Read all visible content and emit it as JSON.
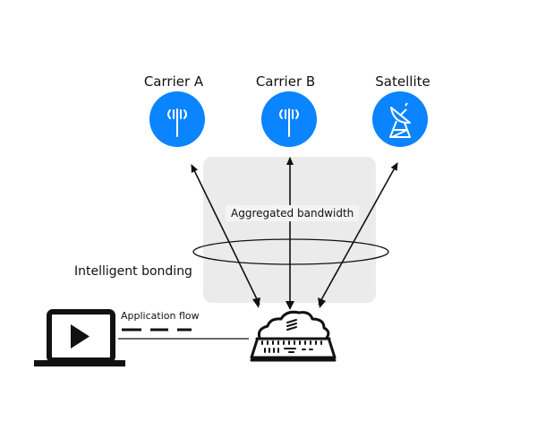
{
  "colors": {
    "accent": "#0a84ff",
    "box_fill": "#ebebeb",
    "line": "#111111"
  },
  "nodes": [
    {
      "id": "carrier-a",
      "label": "Carrier A",
      "icon": "cell-tower-icon"
    },
    {
      "id": "carrier-b",
      "label": "Carrier B",
      "icon": "cell-tower-icon"
    },
    {
      "id": "satellite",
      "label": "Satellite",
      "icon": "satellite-dish-icon"
    }
  ],
  "labels": {
    "aggregated": "Aggregated bandwidth",
    "bonding": "Intelligent bonding",
    "app_flow": "Application flow"
  },
  "devices": {
    "client": "laptop-video-icon",
    "router": "cloud-router-icon"
  }
}
